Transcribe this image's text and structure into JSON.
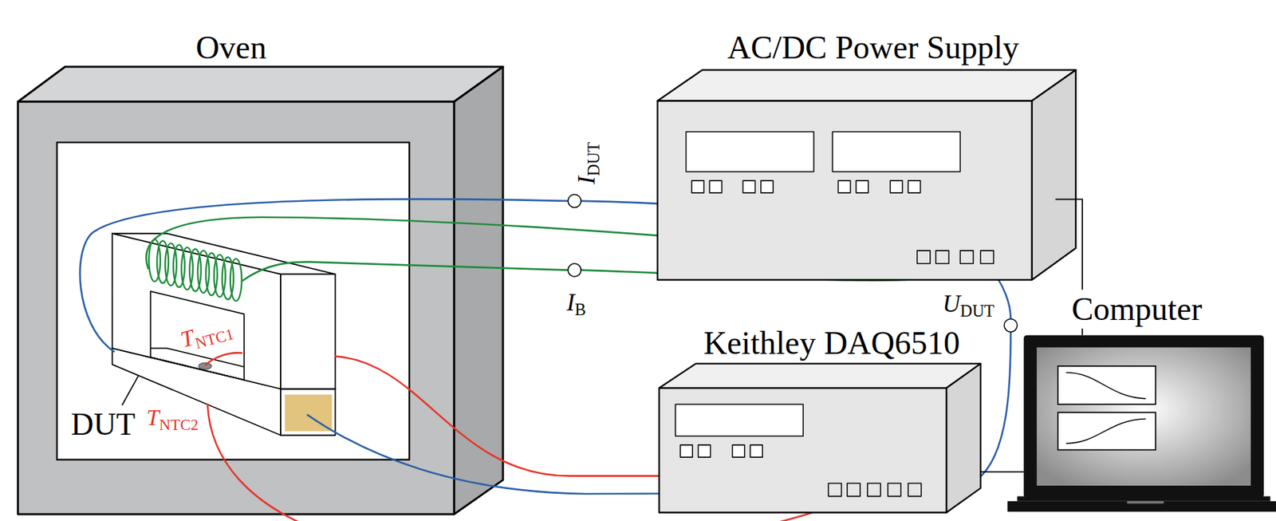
{
  "diagram": {
    "nodes": [
      {
        "text": [
          "Oven"
        ]
      },
      {
        "text": [
          "AC/DC Power Supply"
        ]
      },
      {
        "text": [
          "Keithley DAQ6510"
        ]
      },
      {
        "text": [
          "Computer"
        ]
      }
    ],
    "edges": [
      {
        "from": 1,
        "to": 3,
        "arrow": "none"
      },
      {
        "from": 2,
        "to": 3,
        "arrow": "none"
      }
    ],
    "labels": [
      "IDUT",
      "IB",
      "UDUT",
      "DUT",
      "TNTC1",
      "TNTC2"
    ]
  }
}
